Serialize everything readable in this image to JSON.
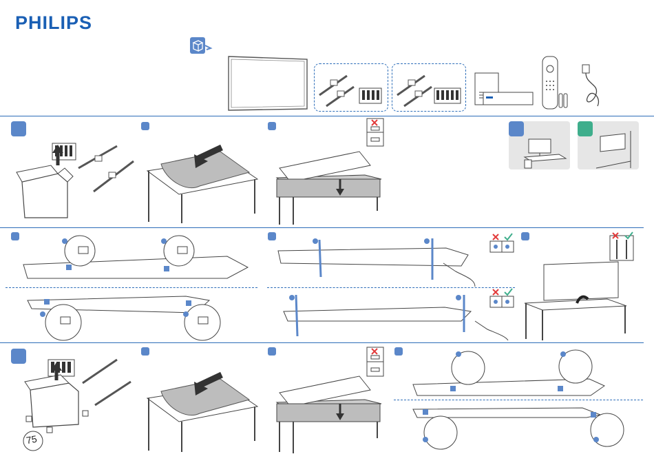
{
  "brand": {
    "logo_text": "PHILIPS",
    "accent_color": "#1a5fb4",
    "step_color": "#5b87c9",
    "wall_color": "#3fae8c"
  },
  "box_contents": [
    "tv-panel",
    "stand-feet-set-a",
    "stand-feet-set-b",
    "documentation",
    "remote-control",
    "batteries",
    "power-cord"
  ],
  "steps": {
    "s1_screw_callout": "75"
  },
  "icons": {
    "do_not": "red-cross",
    "do": "green-check"
  }
}
